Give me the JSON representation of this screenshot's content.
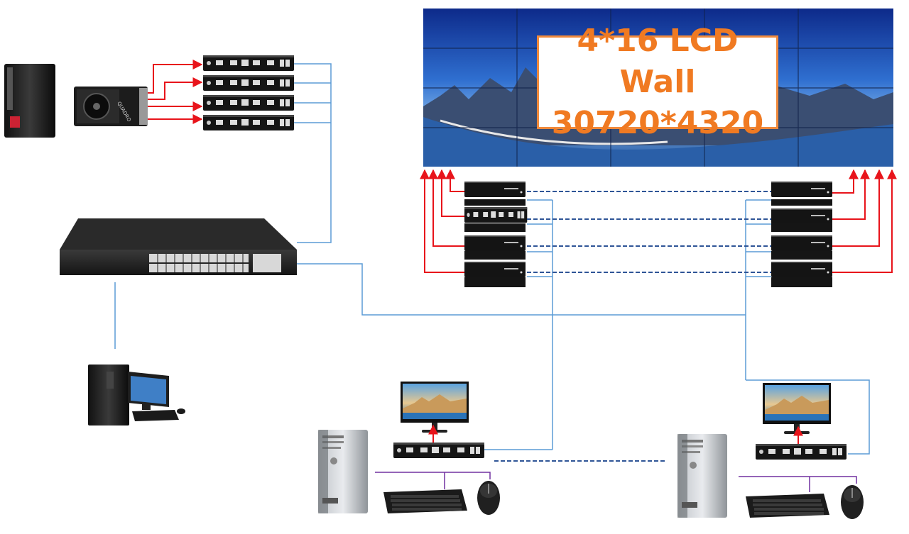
{
  "wall": {
    "title_line1": "4*16 LCD Wall",
    "title_line2": "30720*4320"
  },
  "gpu": {
    "brand_text": "QUADRO"
  },
  "colors": {
    "signal_arrow": "#e8141b",
    "network_line": "#5b9bd5",
    "kvm_link": "#2f5597",
    "usb_line": "#7030a0",
    "label_border": "#f08a3c",
    "label_text": "#f07a22"
  }
}
